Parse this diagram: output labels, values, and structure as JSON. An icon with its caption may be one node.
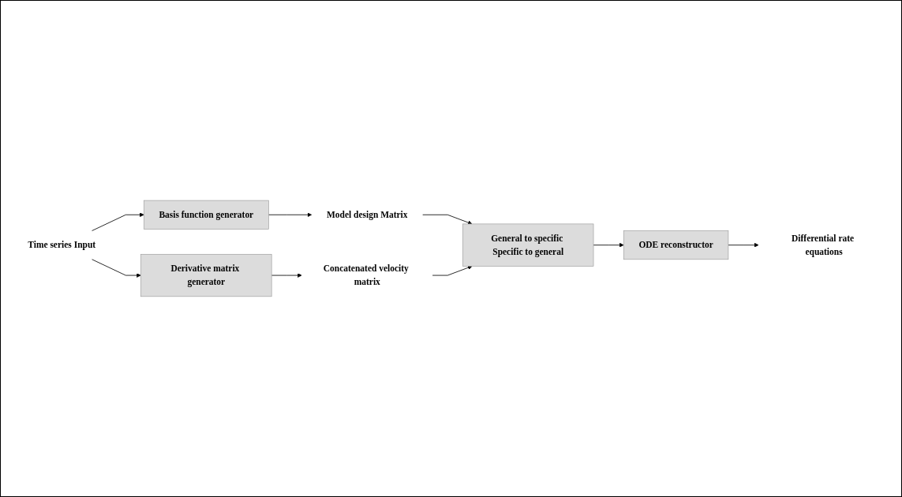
{
  "diagram": {
    "nodes": [
      {
        "text": [
          "Time series Input"
        ]
      },
      {
        "text": [
          "Basis function generator"
        ]
      },
      {
        "text": [
          "Model design Matrix"
        ]
      },
      {
        "text": [
          "Derivative matrix generator"
        ]
      },
      {
        "text": [
          "Concatenated velocity matrix"
        ]
      },
      {
        "text": [
          "General to specific Specific to general"
        ]
      },
      {
        "text": [
          "ODE reconstructor"
        ]
      },
      {
        "text": [
          "Differential rate equations"
        ]
      }
    ],
    "edges": [
      {
        "from": 0,
        "to": 1,
        "arrow": "to"
      },
      {
        "from": 0,
        "to": 3,
        "arrow": "to"
      },
      {
        "from": 1,
        "to": 2,
        "arrow": "to"
      },
      {
        "from": 3,
        "to": 4,
        "arrow": "to"
      },
      {
        "from": 2,
        "to": 5,
        "arrow": "to"
      },
      {
        "from": 4,
        "to": 5,
        "arrow": "to"
      },
      {
        "from": 5,
        "to": 6,
        "arrow": "to"
      },
      {
        "from": 6,
        "to": 7,
        "arrow": "to"
      }
    ]
  }
}
